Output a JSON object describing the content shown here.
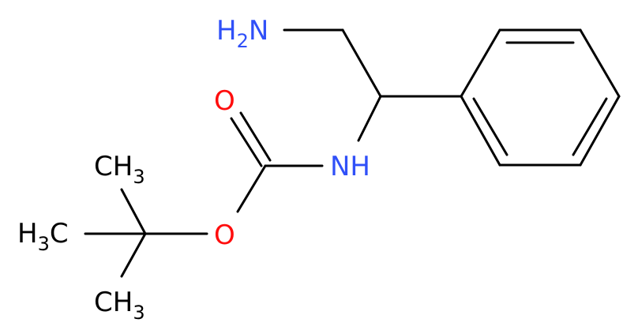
{
  "molecule": {
    "labels": {
      "amine_group": {
        "main": "H",
        "sub": "2",
        "tail": "N"
      },
      "carbonyl_oxygen": {
        "main": "O"
      },
      "nh_group": {
        "main": "NH"
      },
      "ester_oxygen": {
        "main": "O"
      },
      "methyl_top": {
        "main": "CH",
        "sub": "3"
      },
      "methyl_left": {
        "main": "H",
        "sub": "3",
        "tail": "C"
      },
      "methyl_bottom": {
        "main": "CH",
        "sub": "3"
      }
    },
    "colors": {
      "bond": "#000000",
      "nitrogen": "#3050F8",
      "oxygen": "#FF0D0D",
      "carbon": "#000000"
    }
  }
}
